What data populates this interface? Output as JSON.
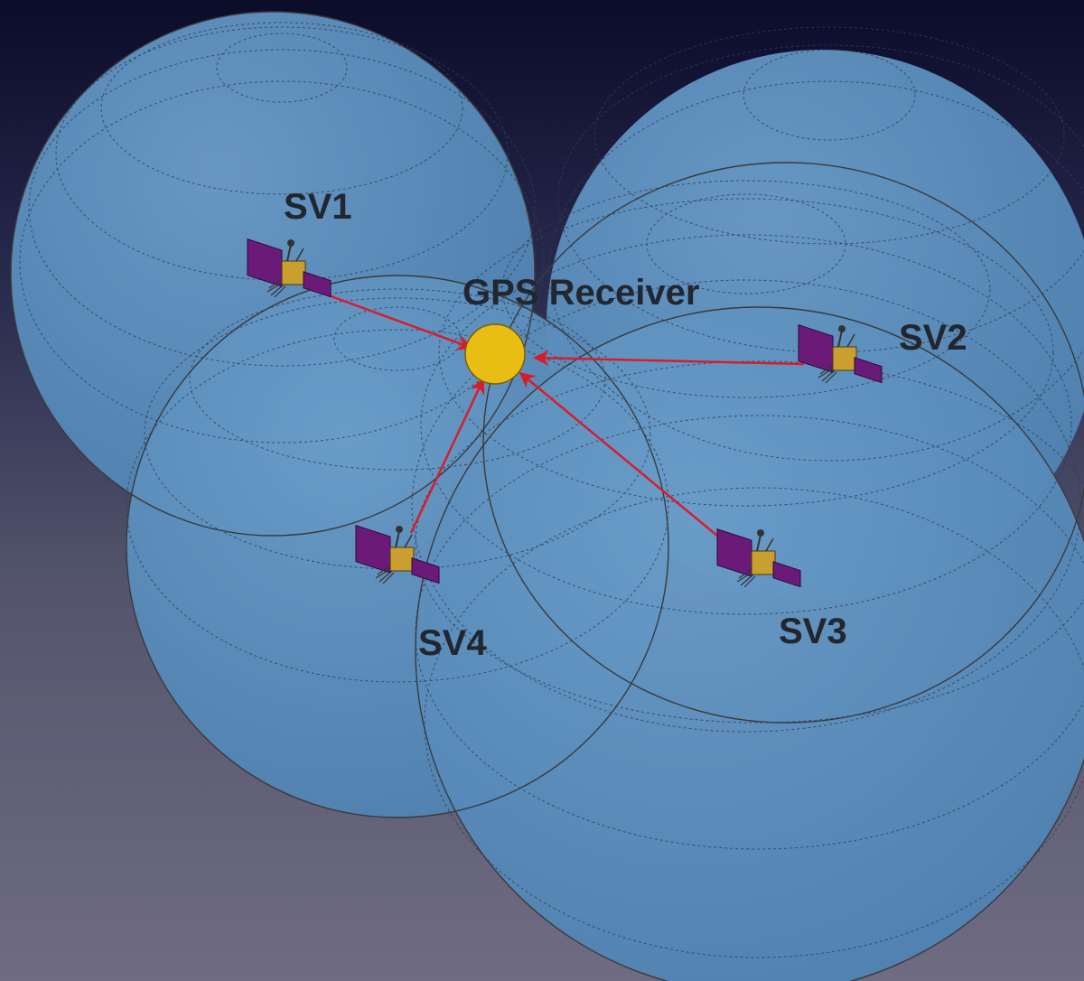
{
  "diagram": {
    "receiver": {
      "label": "GPS Receiver",
      "color": "#e8bd14"
    },
    "satellites": [
      {
        "id": "sv1",
        "label": "SV1"
      },
      {
        "id": "sv2",
        "label": "SV2"
      },
      {
        "id": "sv3",
        "label": "SV3"
      },
      {
        "id": "sv4",
        "label": "SV4"
      }
    ],
    "colors": {
      "sphere": "#5a8fbf",
      "signal": "#d91c2c",
      "solar_panel": "#6b1a7a",
      "bus": "#c9a030"
    }
  }
}
